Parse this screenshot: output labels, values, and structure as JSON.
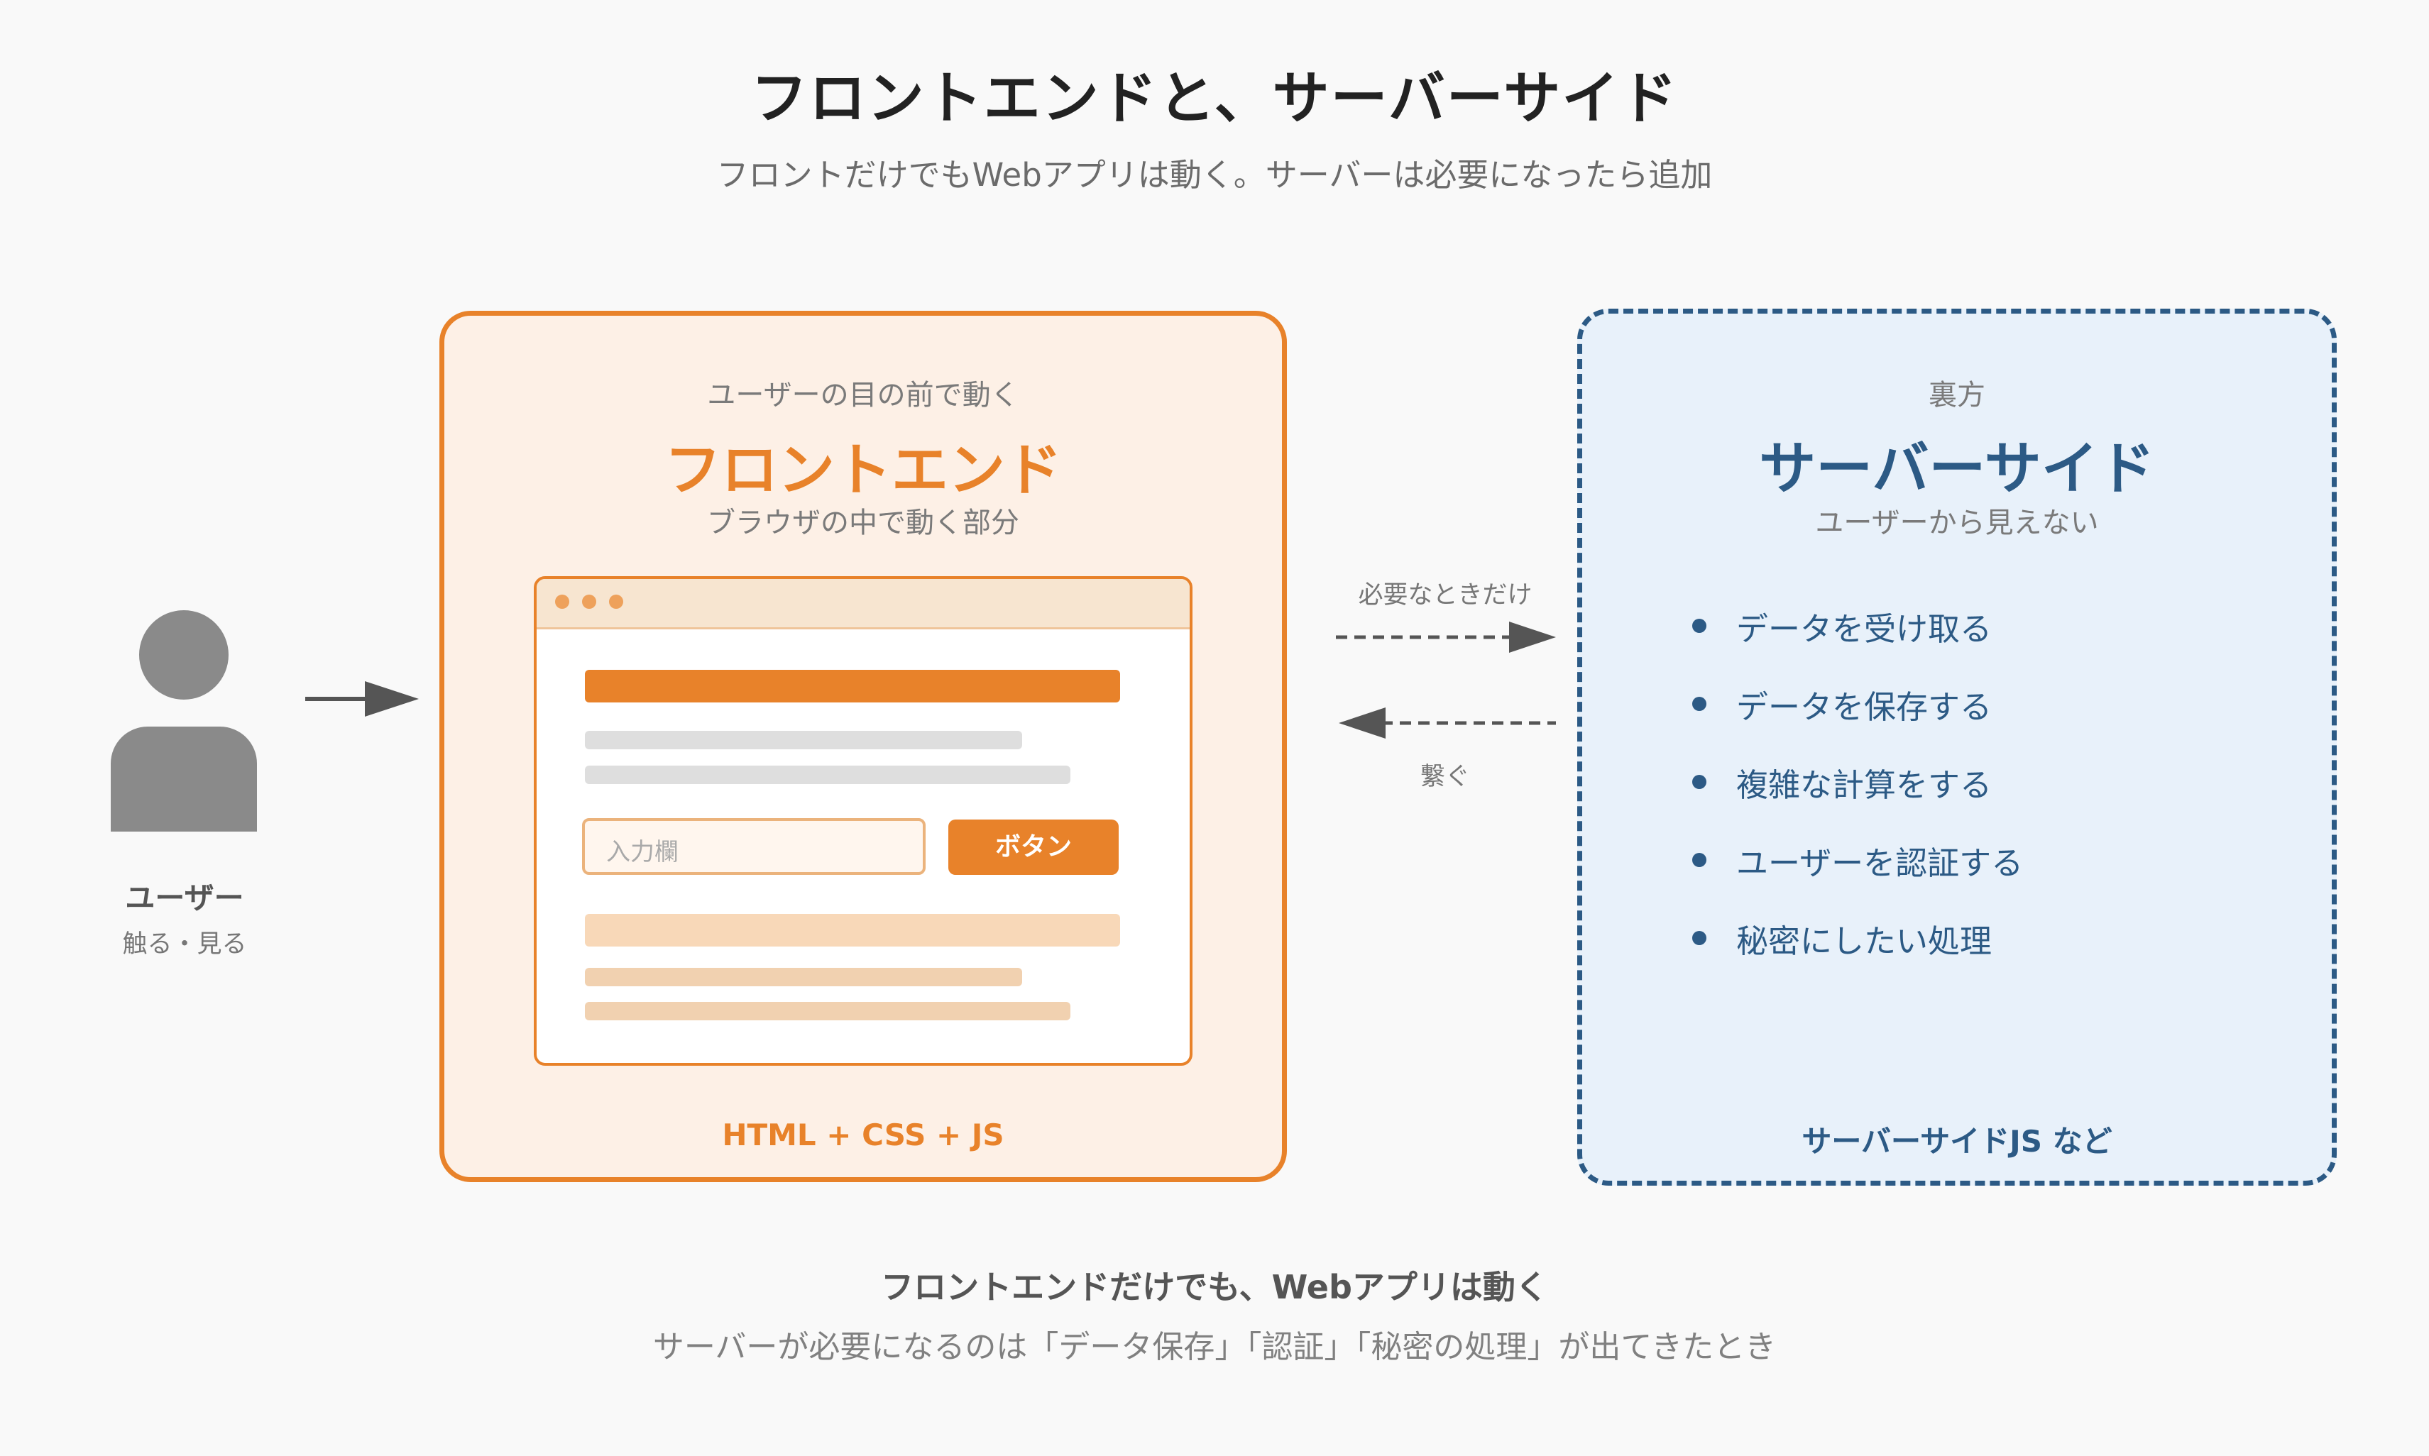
{
  "header": {
    "title": "フロントエンドと、サーバーサイド",
    "subtitle": "フロントだけでもWebアプリは動く。サーバーは必要になったら追加"
  },
  "user": {
    "name": "ユーザー",
    "description": "触る・見る"
  },
  "frontend": {
    "overline": "ユーザーの目の前で動く",
    "title": "フロントエンド",
    "description": "ブラウザの中で動く部分",
    "input_placeholder": "入力欄",
    "button_label": "ボタン",
    "footer": "HTML + CSS + JS"
  },
  "connection": {
    "top_label": "必要なときだけ",
    "bottom_label": "繋ぐ"
  },
  "server": {
    "overline": "裏方",
    "title": "サーバーサイド",
    "description": "ユーザーから見えない",
    "items": [
      "データを受け取る",
      "データを保存する",
      "複雑な計算をする",
      "ユーザーを認証する",
      "秘密にしたい処理"
    ],
    "footer": "サーバーサイドJS など"
  },
  "summary": {
    "title": "フロントエンドだけでも、Webアプリは動く",
    "description": "サーバーが必要になるのは「データ保存」「認証」「秘密の処理」が出てきたとき"
  },
  "colors": {
    "frontend_accent": "#e8822a",
    "server_accent": "#2c5a85",
    "user_gray": "#8a8a8a"
  }
}
